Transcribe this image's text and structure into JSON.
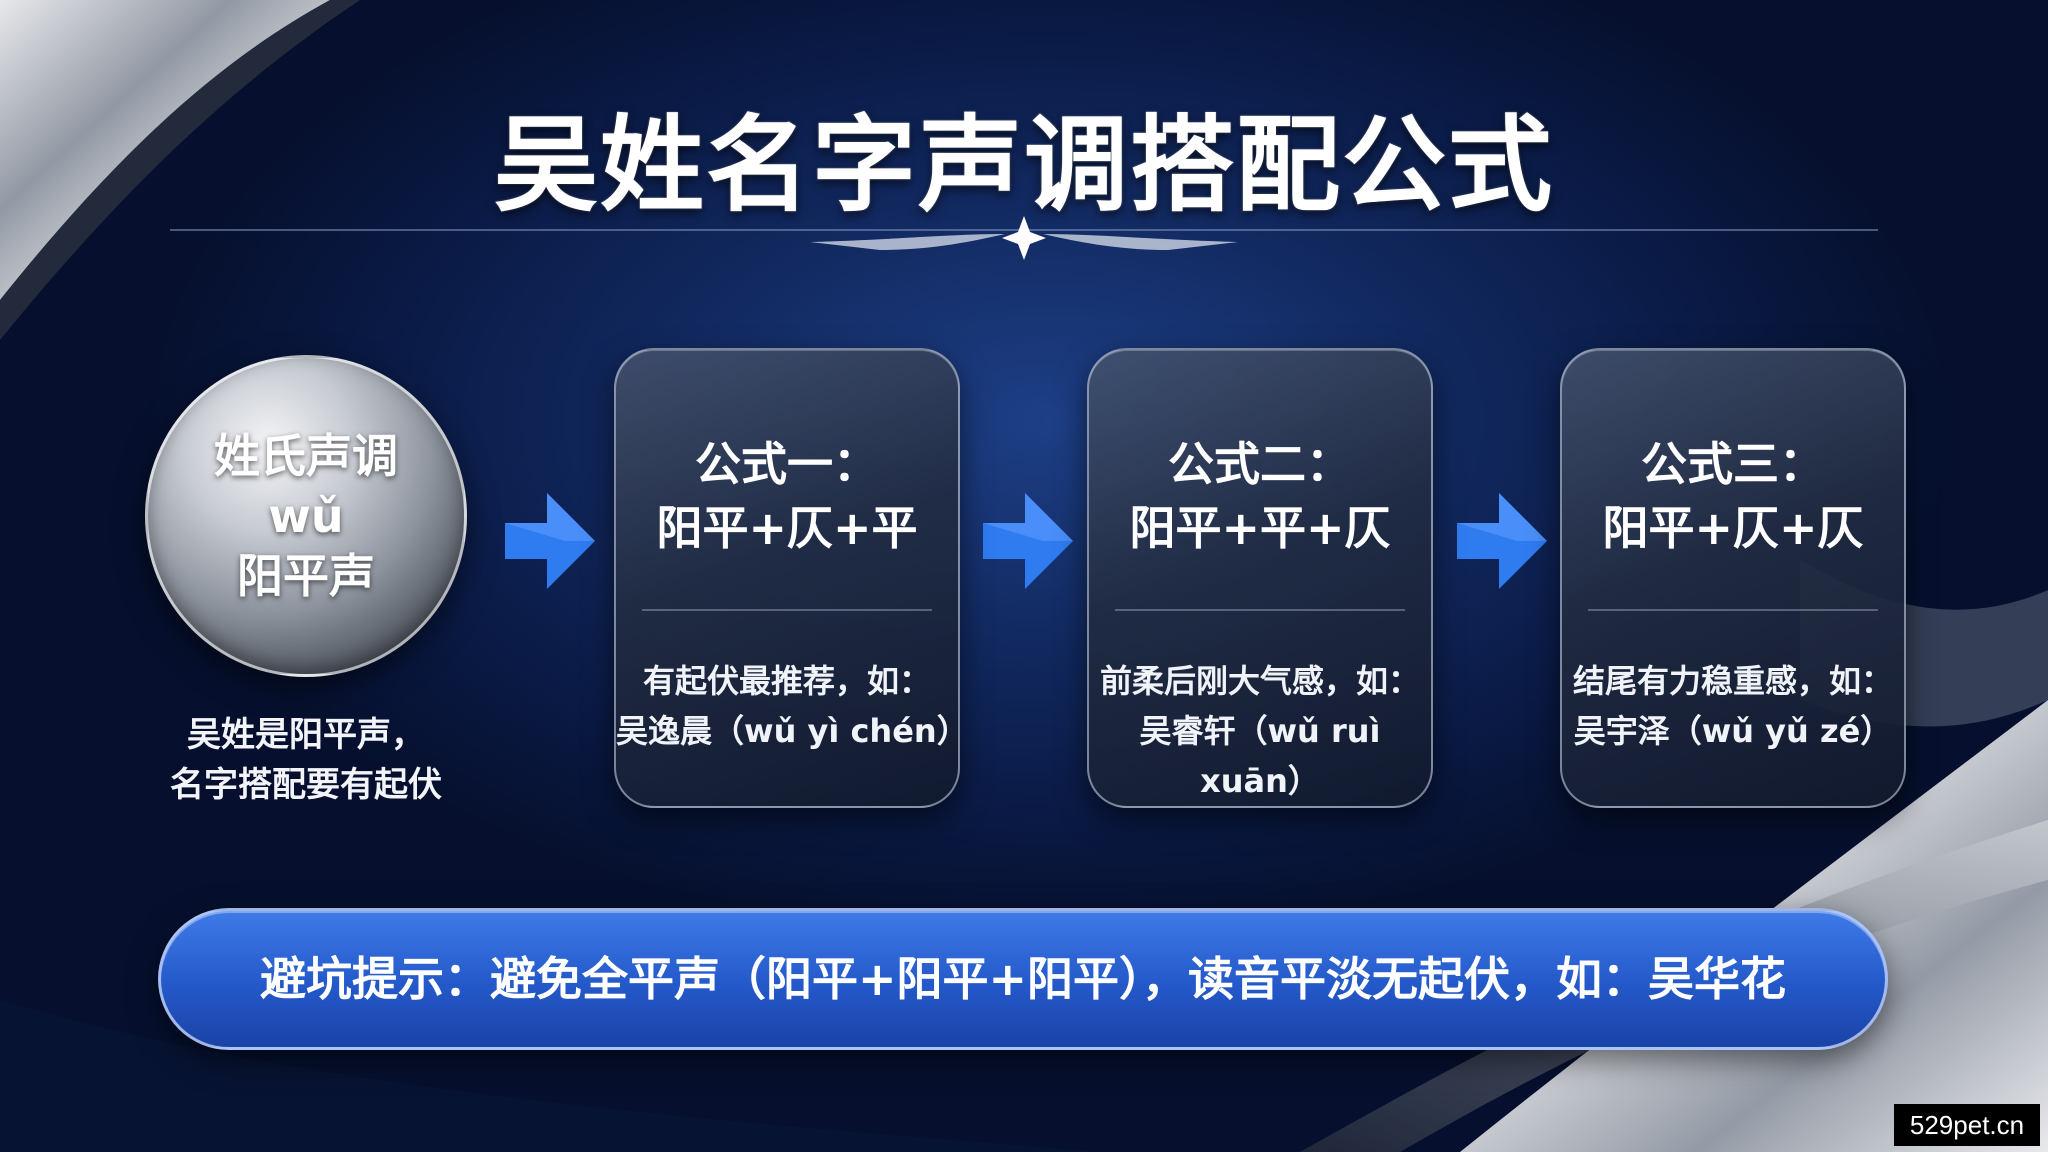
{
  "title": "吴姓名字声调搭配公式",
  "surname": {
    "line1": "姓氏声调",
    "line2": "wǔ",
    "line3": "阳平声",
    "caption_line1": "吴姓是阳平声，",
    "caption_line2": "名字搭配要有起伏"
  },
  "formulas": [
    {
      "label": "公式一：",
      "pattern": "阳平+仄+平",
      "desc_line1": "有起伏最推荐，如：",
      "desc_line2": "吴逸晨（wǔ yì chén）"
    },
    {
      "label": "公式二：",
      "pattern": "阳平+平+仄",
      "desc_line1": "前柔后刚大气感，如：",
      "desc_line2": "吴睿轩（wǔ ruì xuān）"
    },
    {
      "label": "公式三：",
      "pattern": "阳平+仄+仄",
      "desc_line1": "结尾有力稳重感，如：",
      "desc_line2": "吴宇泽（wǔ yǔ zé）"
    }
  ],
  "tip": "避坑提示：避免全平声（阳平+阳平+阳平），读音平淡无起伏，如：吴华花",
  "watermark": "529pet.cn",
  "colors": {
    "background": "#0a1a45",
    "arrow": "#2f7bf0",
    "banner": "#2458c9"
  }
}
